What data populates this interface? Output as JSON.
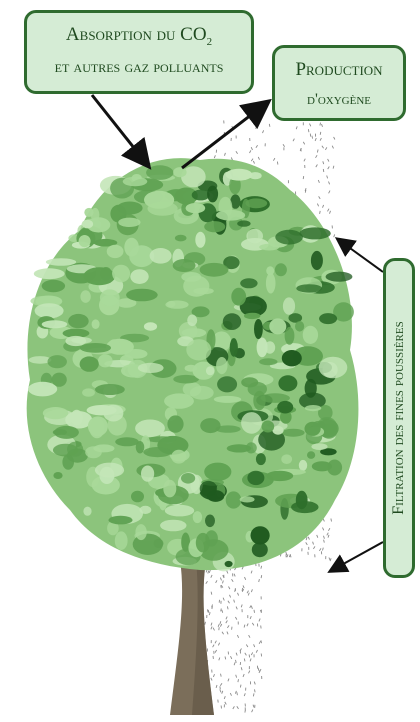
{
  "labels": {
    "absorption_line1_main": "Absorption du CO",
    "absorption_line1_sub": "2",
    "absorption_line2": "et autres gaz polluants",
    "production_line1": "Production",
    "production_line2": "d'oxygène",
    "filtration": "Filtration des fines poussières"
  },
  "colors": {
    "box_fill": "#d5ecd5",
    "box_border": "#2f6b2f",
    "foliage_light": "#a9d99a",
    "foliage_mid": "#5fa152",
    "foliage_dark": "#1f5a1f",
    "trunk": "#7b6e5a",
    "dust": "#8a8a8a",
    "arrow": "#111111"
  }
}
